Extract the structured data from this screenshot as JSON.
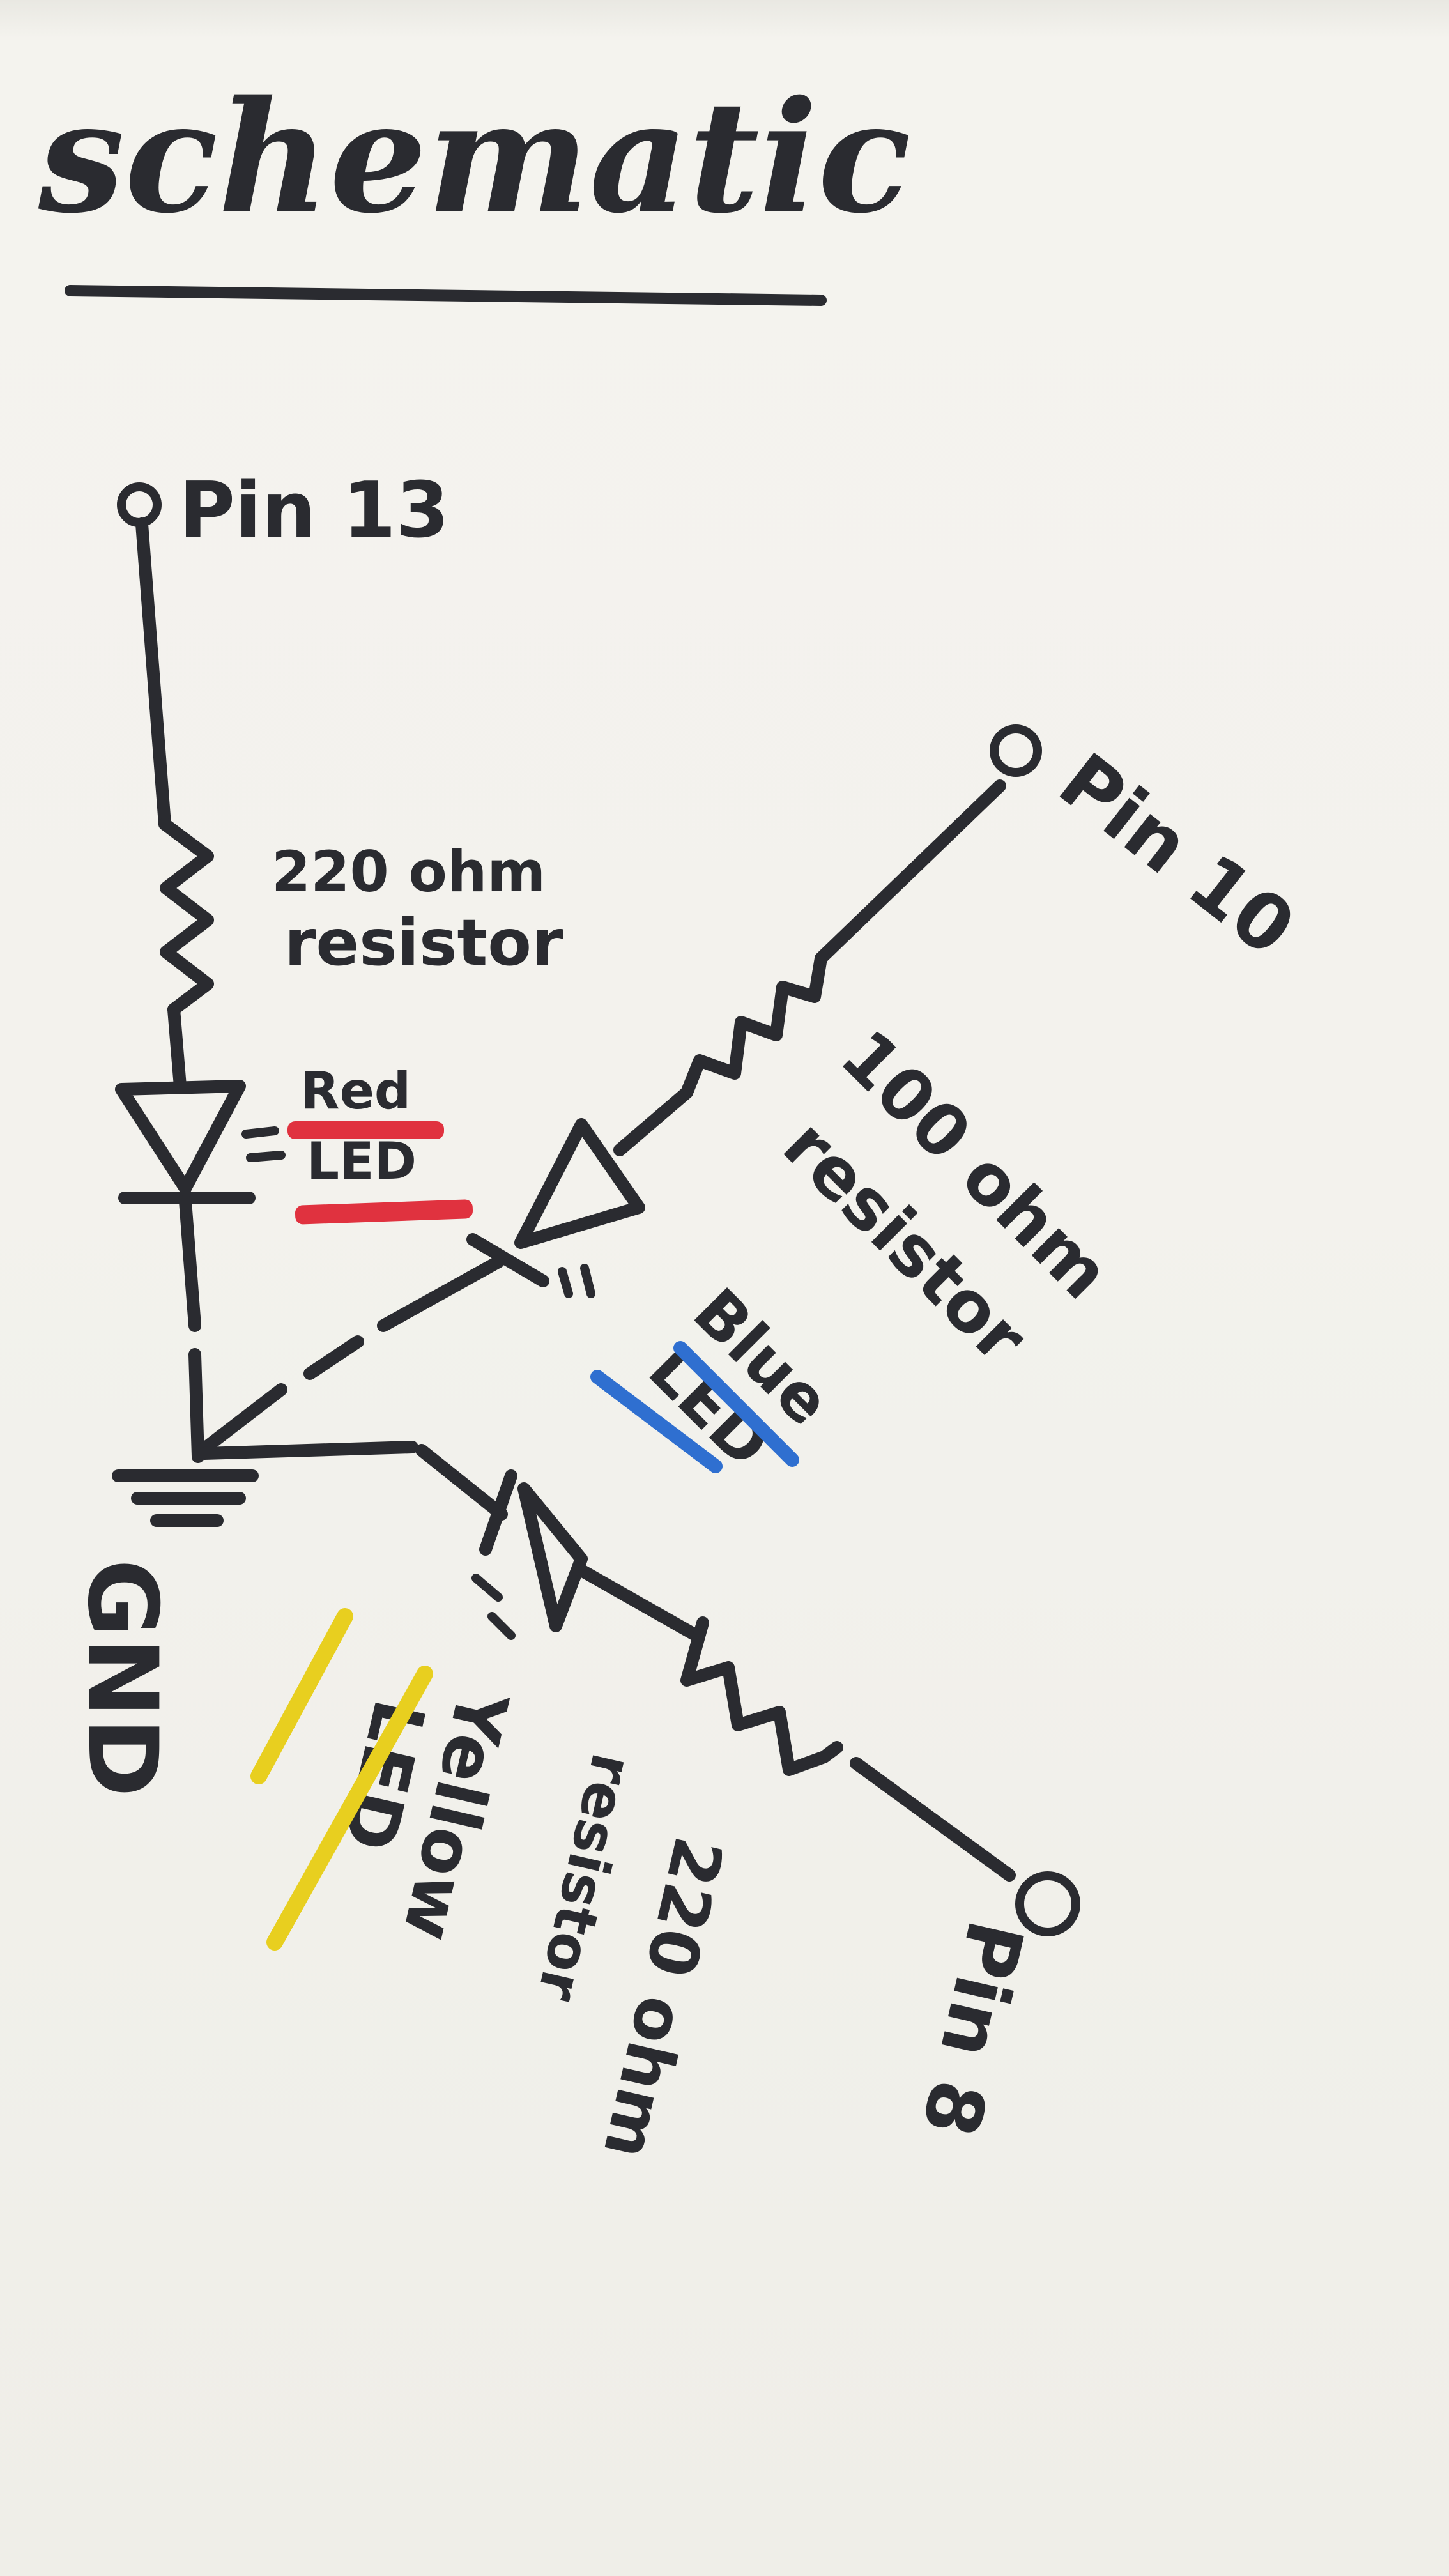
{
  "title": "schematic",
  "colors": {
    "ink": "#2a2b30",
    "paper": "#f3f2ed",
    "red_highlight": "#e0323f",
    "blue_highlight": "#2f6fd0",
    "yellow_highlight": "#e8cf1f"
  },
  "nodes": {
    "pin13": "Pin 13",
    "pin10": "Pin 10",
    "pin8": "Pin 8",
    "gnd": "GND"
  },
  "components": {
    "resistor_pin13": {
      "value": "220 ohm",
      "type": "resistor"
    },
    "resistor_pin10": {
      "value": "100 ohm",
      "type": "resistor"
    },
    "resistor_pin8": {
      "value": "220 ohm",
      "type": "resistor"
    },
    "led_red": {
      "color": "Red",
      "type": "LED"
    },
    "led_blue": {
      "color": "Blue",
      "type": "LED"
    },
    "led_yellow": {
      "color": "Yellow",
      "type": "LED"
    }
  }
}
